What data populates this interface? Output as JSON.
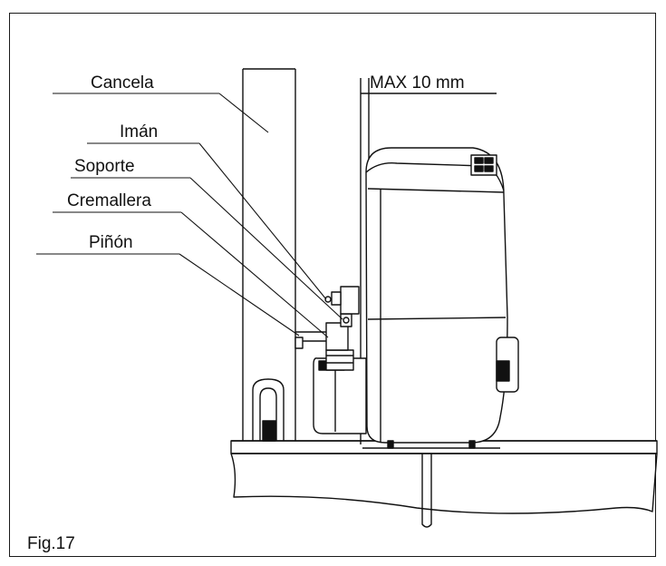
{
  "figure": {
    "caption": "Fig.17",
    "dimension_label": "MAX 10 mm",
    "callouts": [
      {
        "id": "gate",
        "label": "Cancela"
      },
      {
        "id": "magnet",
        "label": "Imán"
      },
      {
        "id": "bracket",
        "label": "Soporte"
      },
      {
        "id": "rack",
        "label": "Cremallera"
      },
      {
        "id": "pinion",
        "label": "Piñón"
      }
    ]
  }
}
